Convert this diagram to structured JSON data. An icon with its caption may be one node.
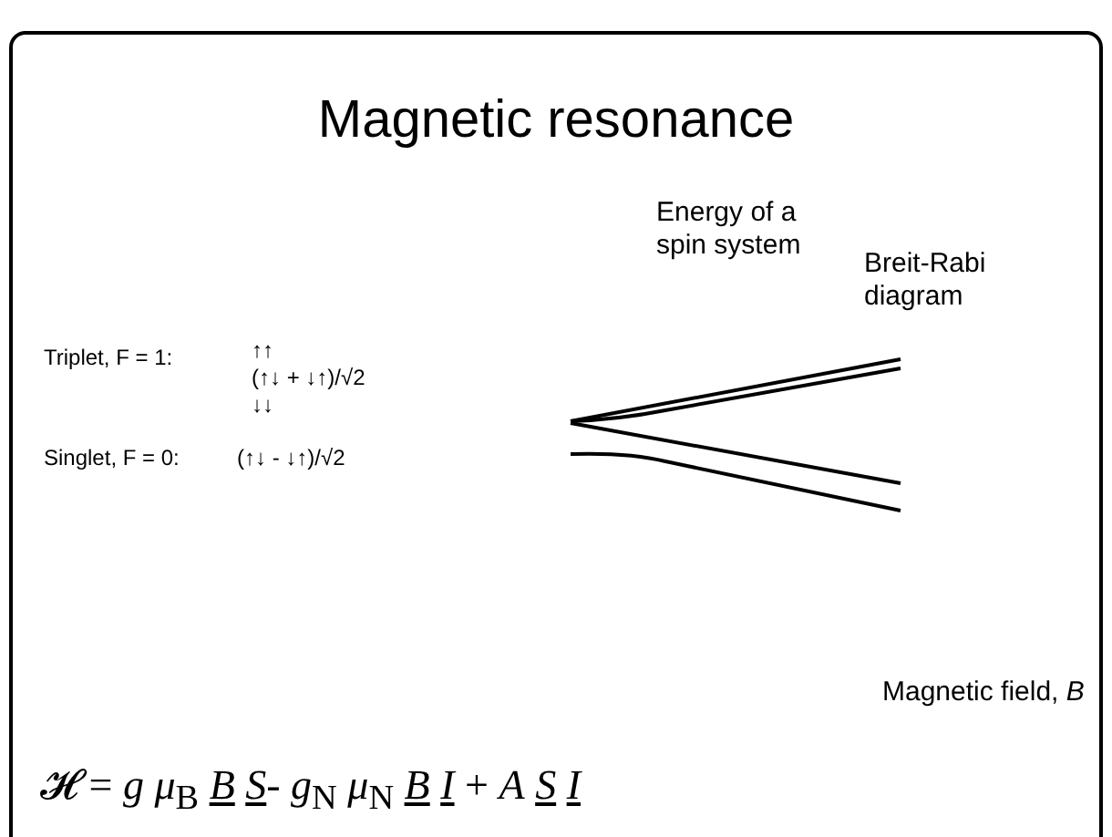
{
  "diagram": {
    "title": "Magnetic resonance",
    "labels": [
      "Energy of a spin system",
      "Breit-Rabi diagram",
      "Triplet, F = 1:",
      "↑↑",
      "(↑↓ + ↓↑)/√2",
      "↓↓",
      "Singlet, F = 0:",
      "(↑↓ - ↓↑)/√2",
      "Magnetic field, *B*",
      "𝓗 = *g* *μ*$_{B}$ *B* *S*- *g*$_{N}$ *μ*$_{N}$ *B* *I* + *A* *S* *I*"
    ]
  }
}
